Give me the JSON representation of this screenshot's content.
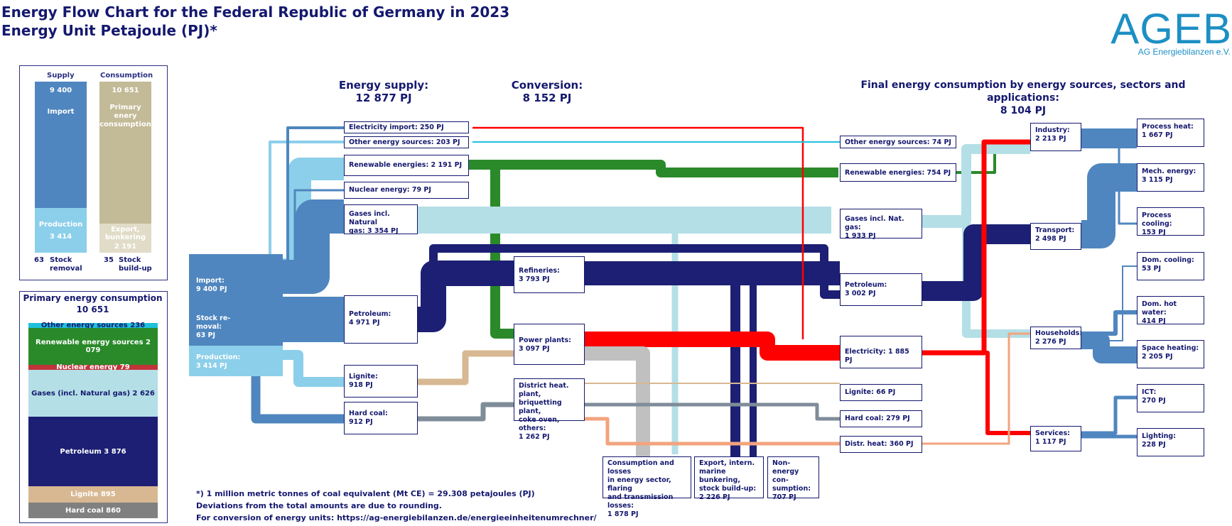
{
  "title": {
    "line1": "Energy Flow Chart for the Federal Republic of Germany in 2023",
    "line2": "Energy Unit Petajoule (PJ)*"
  },
  "logo": {
    "name": "AGEB",
    "subtitle": "AG Energiebilanzen e.V."
  },
  "supply_panel": {
    "supply_head": "Supply",
    "consumption_head": "Consumption",
    "supply": {
      "import_value": "9 400",
      "import_label": "Import",
      "production_label": "Production",
      "production_value": "3 414"
    },
    "consumption": {
      "primary_value": "10 651",
      "primary_label": "Primary\nenery\nconsumption",
      "export_label": "Export,\nbunkering",
      "export_value": "2 191"
    },
    "stock_removal_value": "63",
    "stock_removal_label": "Stock\nremoval",
    "stock_buildup_value": "35",
    "stock_buildup_label": "Stock\nbuild-up",
    "colors": {
      "import": "#4f86bf",
      "production": "#8ccfea",
      "primary": "#c3ba97",
      "export": "#e0dcc8"
    }
  },
  "primary_panel": {
    "title": "Primary energy consumption",
    "total": "10 651",
    "segments": [
      {
        "label": "Other energy sources 236",
        "value": 236,
        "color": "#1ec0dc",
        "text": "#14186e"
      },
      {
        "label": "Renewable energy sources 2 079",
        "value": 2079,
        "color": "#2a8a2a",
        "text": "#ffffff"
      },
      {
        "label": "Nuclear energy  79",
        "value": 79,
        "color": "#c0343a",
        "text": "#ffffff"
      },
      {
        "label": "Gases (incl. Natural gas)  2 626",
        "value": 2626,
        "color": "#b4dfe6",
        "text": "#14186e"
      },
      {
        "label": "Petroleum 3 876",
        "value": 3876,
        "color": "#1c1f73",
        "text": "#ffffff"
      },
      {
        "label": "Lignite  895",
        "value": 895,
        "color": "#d8b892",
        "text": "#ffffff"
      },
      {
        "label": "Hard coal  860",
        "value": 860,
        "color": "#808080",
        "text": "#ffffff"
      }
    ]
  },
  "headers": {
    "supply": "Energy supply:\n12 877 PJ",
    "conversion": "Conversion:\n8 152 PJ",
    "final": "Final energy consumption by energy sources, sectors and applications:\n8 104 PJ"
  },
  "source": {
    "import": "Import:\n9 400 PJ",
    "stock": "Stock re-\nmoval:\n63 PJ",
    "production": "Production:\n3 414 PJ"
  },
  "supply_nodes": {
    "electricity_import": "Electricity import: 250 PJ",
    "other": "Other energy sources: 203 PJ",
    "renewable": "Renewable energies: 2 191 PJ",
    "nuclear": "Nuclear energy: 79 PJ",
    "gases": "Gases incl. Natural\ngas: 3 354 PJ",
    "petroleum": "Petroleum:\n4 971 PJ",
    "lignite": "Lignite:\n918 PJ",
    "hard_coal": "Hard coal:\n912 PJ"
  },
  "conversion_nodes": {
    "refineries": "Refineries:\n3 793 PJ",
    "power_plants": "Power plants:\n3 097 PJ",
    "district": "District heat. plant,\nbriquetting plant,\ncoke oven, others:\n1 262 PJ"
  },
  "bottom_nodes": {
    "losses": "Consumption and losses\nin energy sector, flaring\nand transmission losses:\n1 878 PJ",
    "export": "Export, intern.\nmarine bunkering,\nstock build-up:\n2 226 PJ",
    "non_energy": "Non-energy\ncon-\nsumption:\n707 PJ"
  },
  "final_nodes": {
    "other": "Other energy sources: 74 PJ",
    "renewable": "Renewable energies: 754 PJ",
    "gases": "Gases incl. Nat. gas:\n1 933 PJ",
    "petroleum": "Petroleum:\n3 002 PJ",
    "electricity": "Electricity: 1 885 PJ",
    "lignite": "Lignite: 66 PJ",
    "hard_coal": "Hard coal: 279 PJ",
    "district_heat": "Distr. heat: 360 PJ"
  },
  "sectors": {
    "industry": "Industry:\n2 213 PJ",
    "transport": "Transport:\n2 498 PJ",
    "households": "Households:\n2 276 PJ",
    "services": "Services:\n1 117 PJ"
  },
  "applications": {
    "process_heat": "Process heat:\n1 667 PJ",
    "mech_energy": "Mech. energy:\n3 115 PJ",
    "process_cooling": "Process cooling:\n153 PJ",
    "dom_cooling": "Dom. cooling:\n53 PJ",
    "dom_hot_water": "Dom. hot water:\n414 PJ",
    "space_heating": "Space heating:\n2 205 PJ",
    "ict": "ICT:\n270 PJ",
    "lighting": "Lighting:\n228 PJ"
  },
  "footnotes": {
    "line1": "*) 1 million metric tonnes of coal equivalent (Mt CE) = 29.308 petajoules (PJ)",
    "line2": "Deviations from the total amounts are due to rounding.",
    "line3": "For conversion of energy units: https://ag-energiebilanzen.de/energieeinheitenumrechner/"
  },
  "colors": {
    "import": "#4f86bf",
    "production": "#8ccfea",
    "renewable": "#2a8a2a",
    "gases": "#b4dfe6",
    "petroleum": "#1c1f73",
    "electricity": "#ff0000",
    "lignite": "#d8b892",
    "hard_coal": "#7f8c99",
    "district_heat": "#f2a47e",
    "losses": "#c0c0c0",
    "other": "#1ec0dc",
    "sector": "#4f86bf"
  }
}
